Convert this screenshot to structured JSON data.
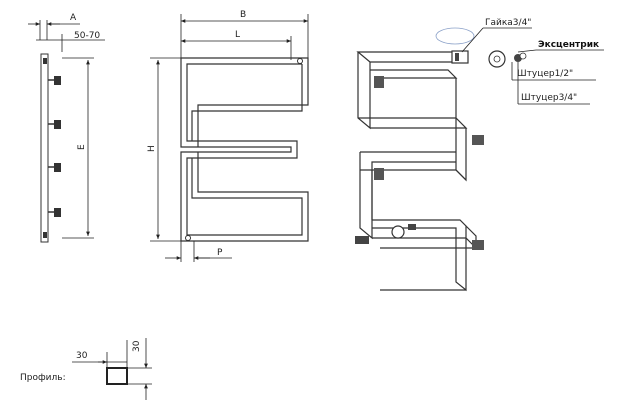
{
  "side_view": {
    "dim_a": "A",
    "dim_depth": "50-70",
    "dim_e": "E"
  },
  "front_view": {
    "dim_b": "B",
    "dim_l": "L",
    "dim_h": "H",
    "dim_p": "P"
  },
  "iso_view": {
    "nut_label": "Гайка3/4\"",
    "eccentric_label": "Эксцентрик",
    "fitting_half_label": "Штуцер1/2\"",
    "fitting_three_quarter_label": "Штуцер3/4\""
  },
  "profile": {
    "label": "Профиль:",
    "width": "30",
    "height": "30"
  }
}
